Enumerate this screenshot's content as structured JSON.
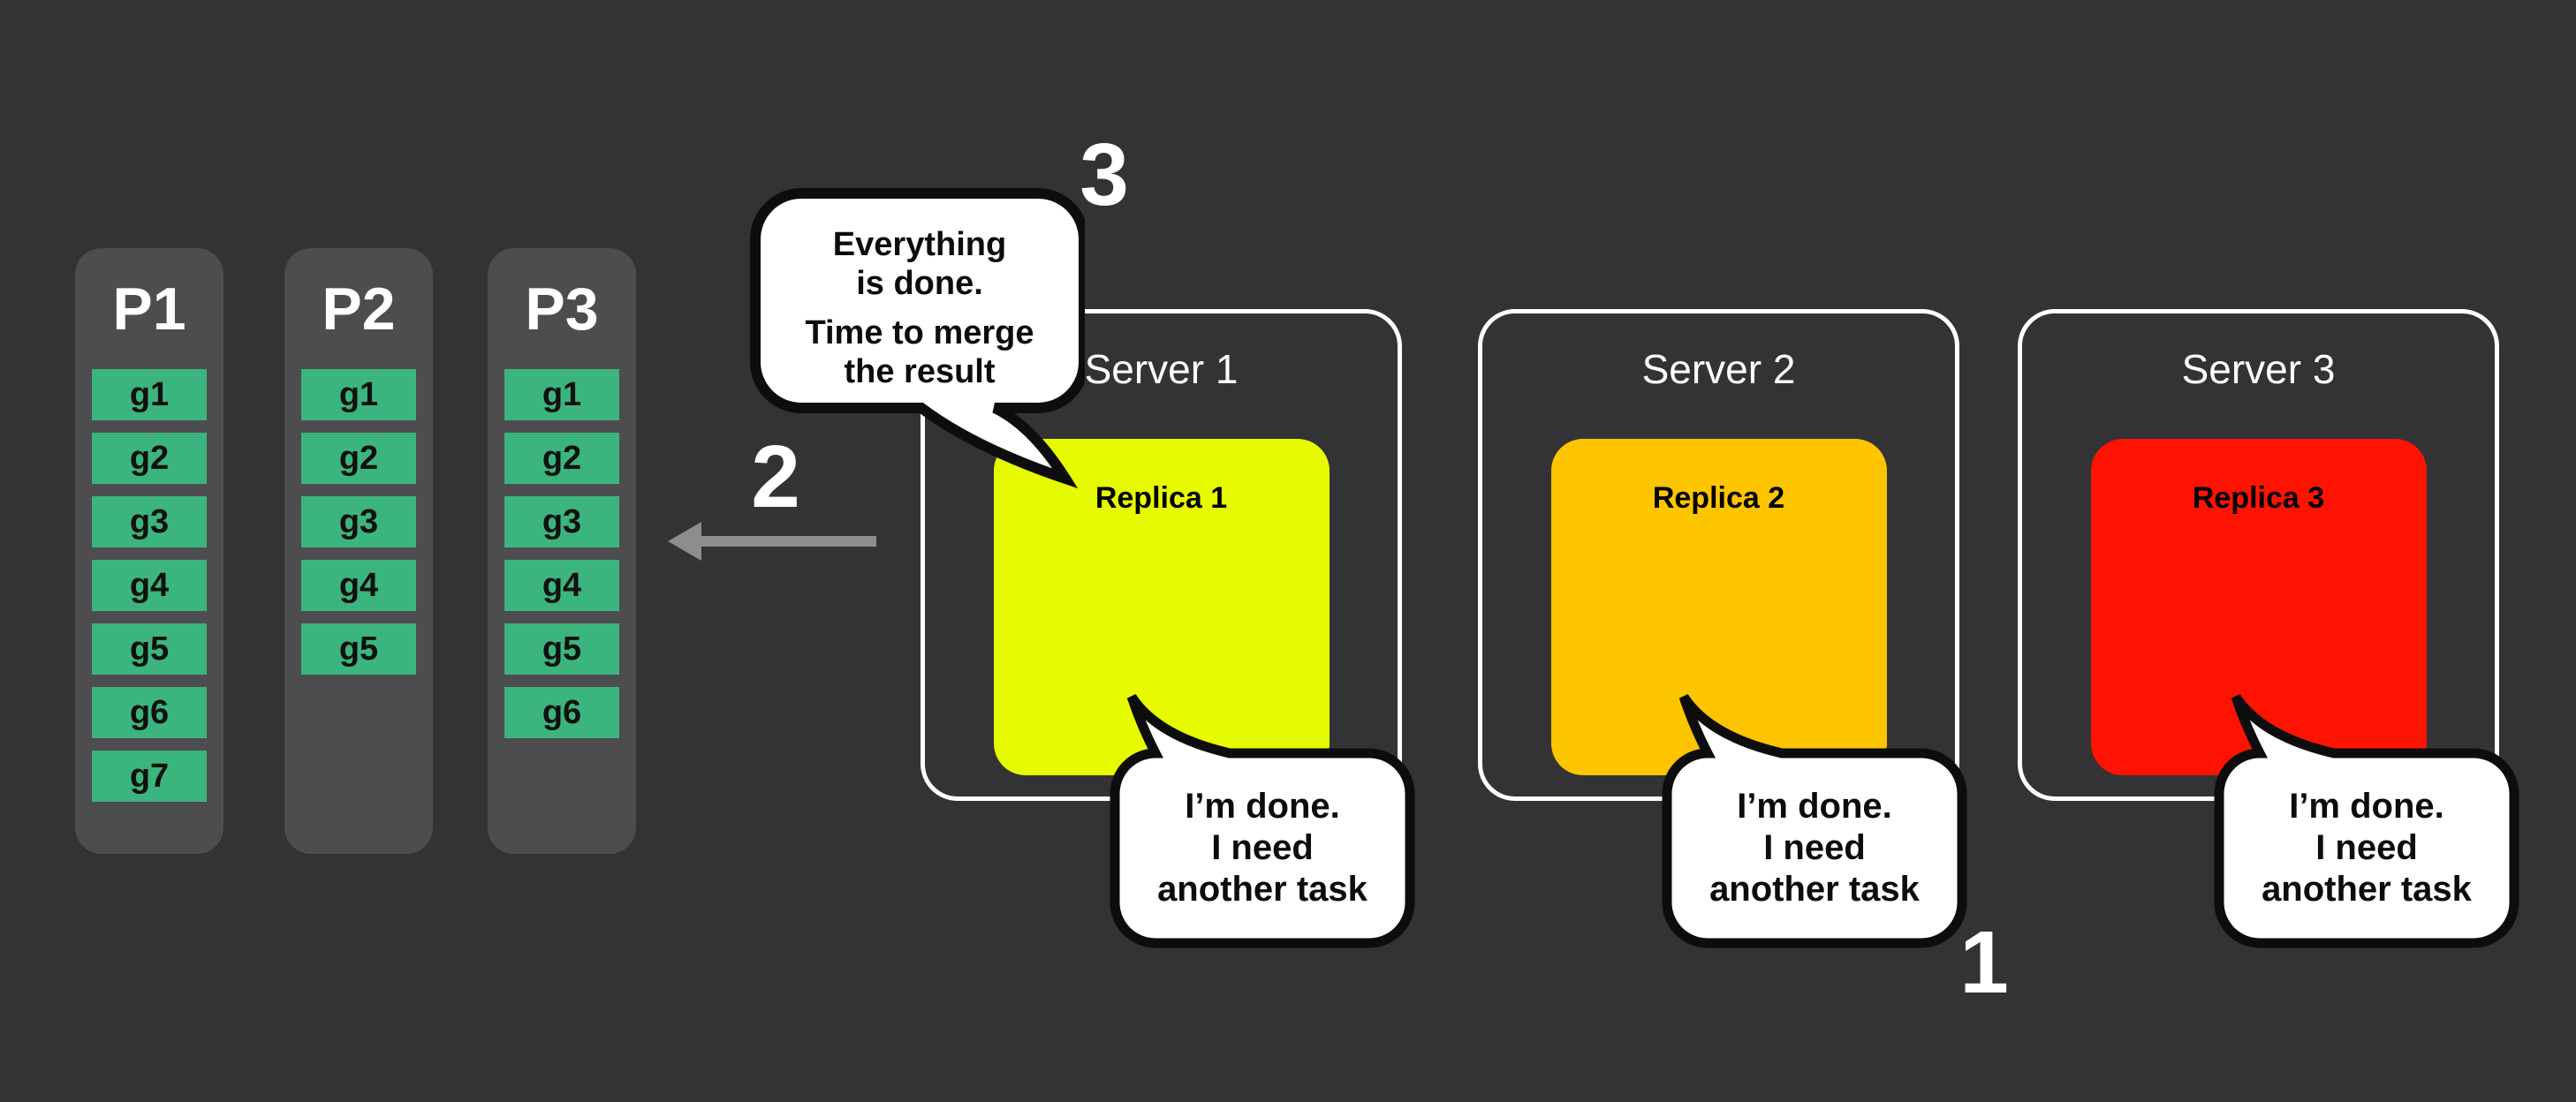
{
  "colors": {
    "background": "#333335",
    "panel_gray": "#4d4d50",
    "group_green": "#3cb47e",
    "arrow_gray": "#8d8d8d",
    "bubble_border": "#0d0d0d",
    "server_border": "#ffffff"
  },
  "partitions": [
    {
      "label": "P1",
      "groups": [
        "g1",
        "g2",
        "g3",
        "g4",
        "g5",
        "g6",
        "g7"
      ]
    },
    {
      "label": "P2",
      "groups": [
        "g1",
        "g2",
        "g3",
        "g4",
        "g5"
      ]
    },
    {
      "label": "P3",
      "groups": [
        "g1",
        "g2",
        "g3",
        "g4",
        "g5",
        "g6"
      ]
    }
  ],
  "servers": [
    {
      "label": "Server 1",
      "replica_label": "Replica 1",
      "replica_color": "#e7fb00"
    },
    {
      "label": "Server 2",
      "replica_label": "Replica 2",
      "replica_color": "#fdc500"
    },
    {
      "label": "Server 3",
      "replica_label": "Replica 3",
      "replica_color": "#fe1303"
    }
  ],
  "bubbles": {
    "merge": {
      "lines": [
        "Everything",
        "is done.",
        "Time to merge",
        "the result"
      ]
    },
    "done": {
      "lines": [
        "I’m done.",
        "I need",
        "another task"
      ]
    }
  },
  "steps": {
    "one": "1",
    "two": "2",
    "three": "3"
  }
}
